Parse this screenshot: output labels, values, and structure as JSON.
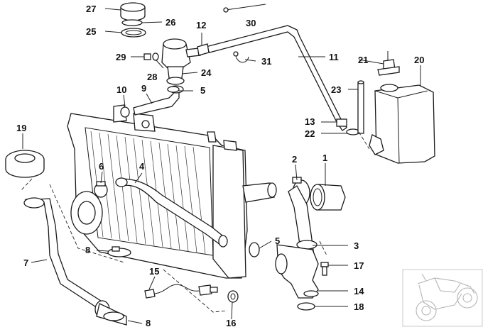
{
  "diagram": {
    "callouts": {
      "c1": "1",
      "c2": "2",
      "c3": "3",
      "c4": "4",
      "c5a": "5",
      "c5b": "5",
      "c6": "6",
      "c7": "7",
      "c8a": "8",
      "c8b": "8",
      "c9": "9",
      "c10": "10",
      "c11": "11",
      "c12": "12",
      "c13": "13",
      "c14": "14",
      "c15": "15",
      "c16": "16",
      "c17": "17",
      "c18": "18",
      "c19": "19",
      "c20": "20",
      "c21": "21",
      "c22": "22",
      "c23": "23",
      "c24": "24",
      "c25": "25",
      "c26": "26",
      "c27": "27",
      "c28": "28",
      "c29": "29",
      "c30": "30",
      "c31": "31"
    },
    "thumbnail_icon": "motorcycle-icon"
  }
}
